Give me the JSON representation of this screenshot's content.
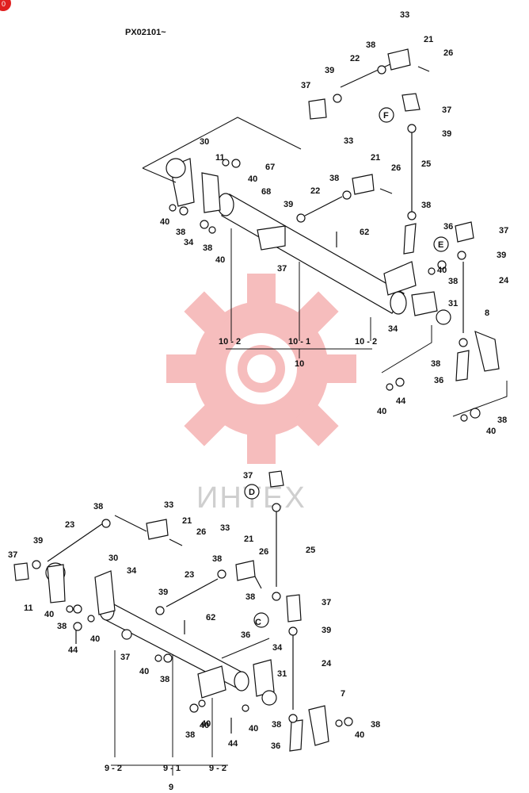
{
  "header": {
    "serial_range": "PX02101~"
  },
  "watermark": {
    "text": "ИНТЕХ",
    "color": "#f08888"
  },
  "upper_assembly": {
    "group_label": "10",
    "sub_labels": [
      "10 - 2",
      "10 - 1",
      "10 - 2"
    ],
    "callouts": [
      "E",
      "F"
    ],
    "part_numbers": [
      "33",
      "21",
      "26",
      "38",
      "22",
      "39",
      "37",
      "37",
      "39",
      "30",
      "11",
      "67",
      "40",
      "68",
      "33",
      "21",
      "38",
      "22",
      "26",
      "25",
      "39",
      "62",
      "40",
      "38",
      "34",
      "38",
      "40",
      "37",
      "38",
      "36",
      "37",
      "40",
      "38",
      "39",
      "24",
      "31",
      "8",
      "34",
      "38",
      "36",
      "40",
      "44",
      "38",
      "40"
    ]
  },
  "lower_assembly": {
    "group_label": "9",
    "sub_labels": [
      "9 - 2",
      "9 - 1",
      "9 - 2"
    ],
    "callouts": [
      "D",
      "C"
    ],
    "part_numbers": [
      "37",
      "38",
      "33",
      "23",
      "21",
      "26",
      "39",
      "30",
      "37",
      "34",
      "33",
      "21",
      "26",
      "38",
      "23",
      "39",
      "25",
      "11",
      "40",
      "38",
      "62",
      "40",
      "44",
      "37",
      "38",
      "37",
      "36",
      "39",
      "40",
      "38",
      "34",
      "24",
      "31",
      "7",
      "38",
      "40",
      "38",
      "40",
      "44",
      "40",
      "38",
      "40",
      "36"
    ]
  },
  "corner_badge": {
    "text": "0",
    "color": "#e02020"
  }
}
